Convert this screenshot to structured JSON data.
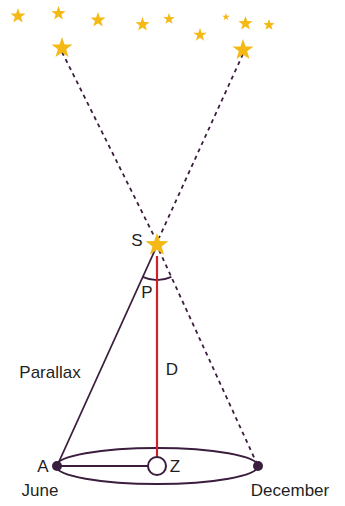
{
  "diagram": {
    "labels": [
      "S",
      "P",
      "Parallax",
      "D",
      "A",
      "Z",
      "June",
      "December"
    ]
  }
}
